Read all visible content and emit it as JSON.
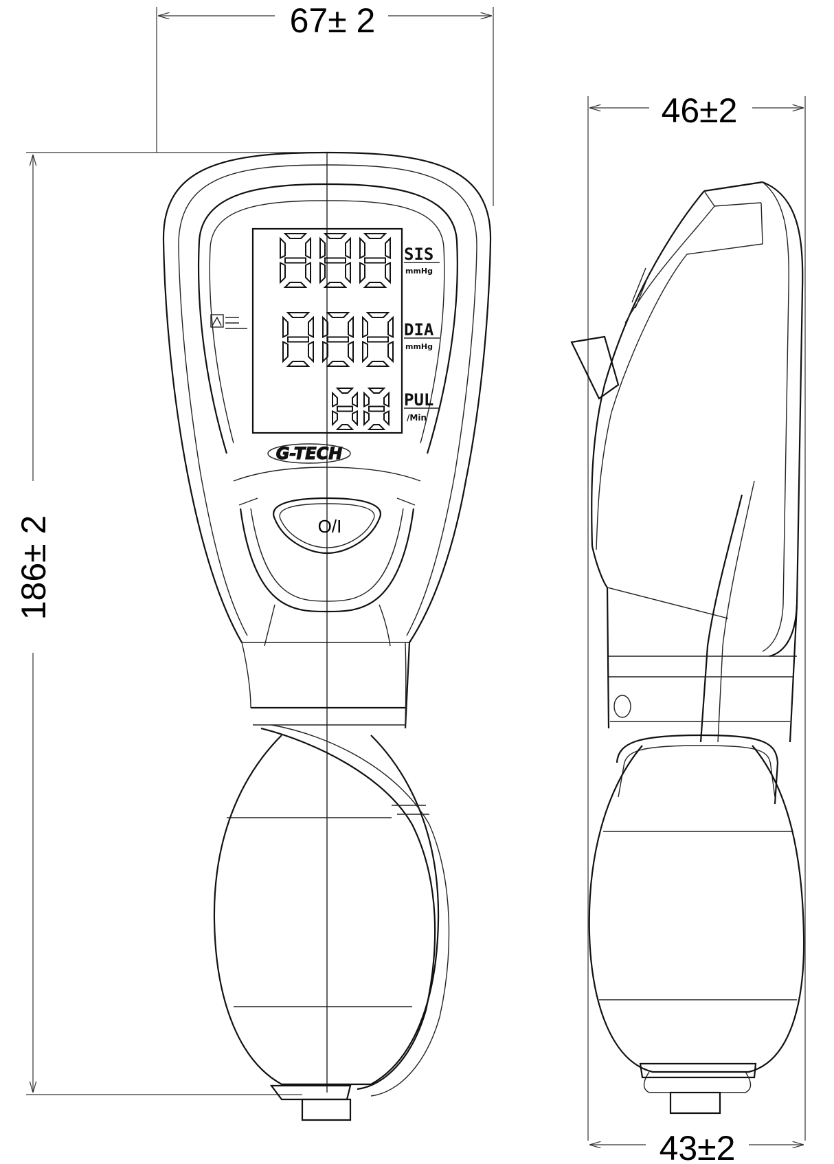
{
  "dimensions": {
    "front_width": "67± 2",
    "height": "186± 2",
    "side_top_width": "46±2",
    "side_bottom_width": "43±2"
  },
  "display": {
    "sys_label": "SIS",
    "sys_unit": "mmHg",
    "dia_label": "DIA",
    "dia_unit": "mmHg",
    "pul_label": "PUL",
    "pul_unit": "/Min"
  },
  "brand": "G-TECH",
  "button_label": "O/I"
}
